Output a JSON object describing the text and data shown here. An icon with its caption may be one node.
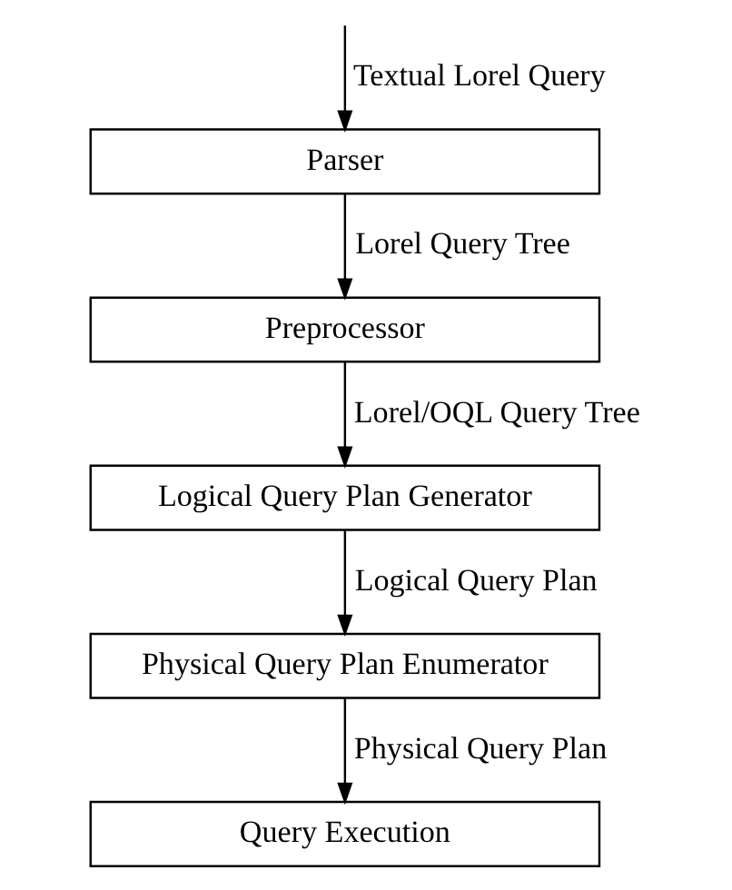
{
  "diagram": {
    "nodes": [
      {
        "text": [
          "Parser"
        ]
      },
      {
        "text": [
          "Preprocessor"
        ]
      },
      {
        "text": [
          "Logical Query Plan Generator"
        ]
      },
      {
        "text": [
          "Physical Query Plan Enumerator"
        ]
      },
      {
        "text": [
          "Query Execution"
        ]
      }
    ],
    "edges": [
      {
        "from": null,
        "to": 0,
        "arrow": "to",
        "label": "Textual Lorel Query"
      },
      {
        "from": 0,
        "to": 1,
        "arrow": "to",
        "label": "Lorel Query Tree"
      },
      {
        "from": 1,
        "to": 2,
        "arrow": "to",
        "label": "Lorel/OQL Query Tree"
      },
      {
        "from": 2,
        "to": 3,
        "arrow": "to",
        "label": "Logical Query Plan"
      },
      {
        "from": 3,
        "to": 4,
        "arrow": "to",
        "label": "Physical Query Plan"
      }
    ]
  }
}
